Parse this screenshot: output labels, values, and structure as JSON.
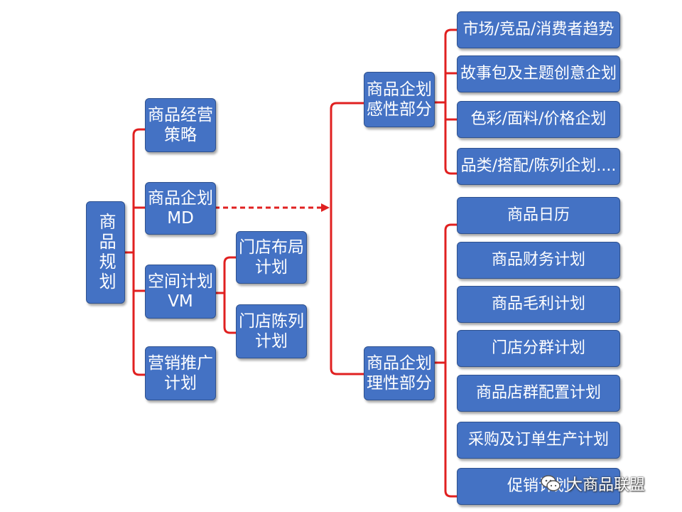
{
  "root": {
    "label": "商品规划"
  },
  "level1": [
    {
      "label": "商品经营\n策略"
    },
    {
      "label": "商品企划\nMD"
    },
    {
      "label": "空间计划\nVM"
    },
    {
      "label": "营销推广\n计划"
    }
  ],
  "vm_children": [
    {
      "label": "门店布局\n计划"
    },
    {
      "label": "门店陈列\n计划"
    }
  ],
  "md_groups": [
    {
      "label": "商品企划\n感性部分"
    },
    {
      "label": "商品企划\n理性部分"
    }
  ],
  "perceptual_items": [
    {
      "label": "市场/竞品/消费者趋势"
    },
    {
      "label": "故事包及主题创意企划"
    },
    {
      "label": "色彩/面料/价格企划"
    },
    {
      "label": "品类/搭配/陈列企划...."
    }
  ],
  "rational_items": [
    {
      "label": "商品日历"
    },
    {
      "label": "商品财务计划"
    },
    {
      "label": "商品毛利计划"
    },
    {
      "label": "门店分群计划"
    },
    {
      "label": "商品店群配置计划"
    },
    {
      "label": "采购及订单生产计划"
    },
    {
      "label": "促销计划"
    }
  ],
  "watermark": {
    "text": "大商品联盟"
  },
  "colors": {
    "box_fill": "#4472c4",
    "connector": "#e02020"
  }
}
